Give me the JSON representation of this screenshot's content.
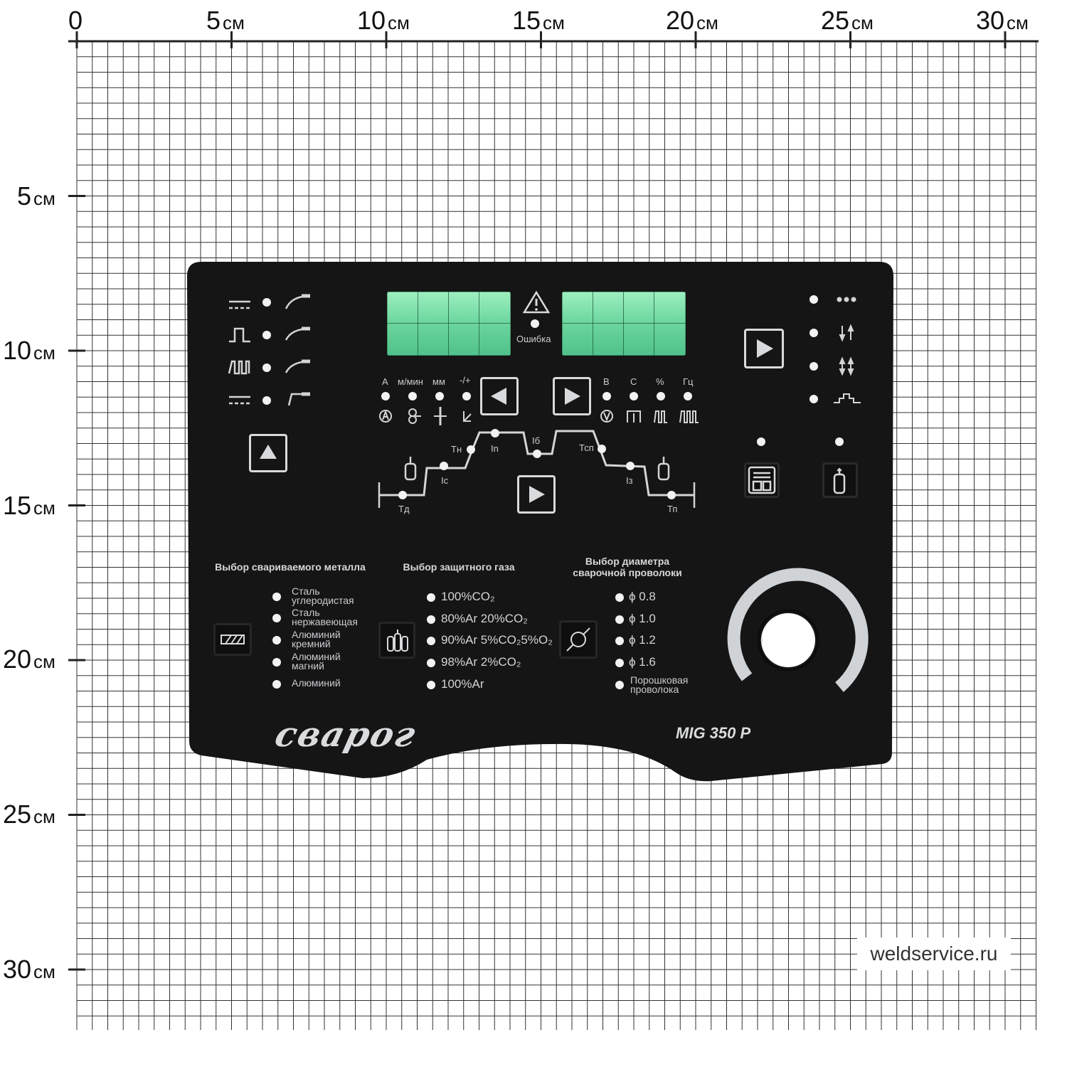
{
  "ruler": {
    "x_labels": [
      {
        "num": "0",
        "unit": ""
      },
      {
        "num": "5",
        "unit": "см"
      },
      {
        "num": "10",
        "unit": "см"
      },
      {
        "num": "15",
        "unit": "см"
      },
      {
        "num": "20",
        "unit": "см"
      },
      {
        "num": "25",
        "unit": "см"
      },
      {
        "num": "30",
        "unit": "см"
      }
    ],
    "y_labels": [
      {
        "num": "5",
        "unit": "см"
      },
      {
        "num": "10",
        "unit": "см"
      },
      {
        "num": "15",
        "unit": "см"
      },
      {
        "num": "20",
        "unit": "см"
      },
      {
        "num": "25",
        "unit": "см"
      },
      {
        "num": "30",
        "unit": "см"
      }
    ]
  },
  "watermark": "weldservice.ru",
  "panel": {
    "brand": "сварог",
    "model": "MIG 350 P",
    "error_label": "Ошибка",
    "left_params": [
      "A",
      "м/мин",
      "мм",
      "-/+"
    ],
    "right_params": [
      "В",
      "С",
      "%",
      "Гц"
    ],
    "cycle_labels": {
      "td": "Тд",
      "ic": "Iс",
      "tn": "Тн",
      "in": "In",
      "ib": "Iб",
      "tsp": "Тсп",
      "iz": "Iз",
      "tp": "Тп"
    },
    "metal": {
      "title": "Выбор свариваемого металла",
      "options": [
        [
          "Сталь",
          "углеродистая"
        ],
        [
          "Сталь",
          "нержавеющая"
        ],
        [
          "Алюминий",
          "кремний"
        ],
        [
          "Алюминий",
          "магний"
        ],
        [
          "Алюминий",
          ""
        ]
      ]
    },
    "gas": {
      "title": "Выбор защитного газа",
      "options": [
        "100%CO₂",
        "80%Ar 20%CO₂",
        "90%Ar 5%CO₂5%O₂",
        "98%Ar 2%CO₂",
        "100%Ar"
      ]
    },
    "wire": {
      "title_line1": "Выбор диаметра",
      "title_line2": "сварочной проволоки",
      "options": [
        "ϕ  0.8",
        "ϕ  1.0",
        "ϕ  1.2",
        "ϕ  1.6"
      ],
      "flux_line1": "Порошковая",
      "flux_line2": "проволока"
    }
  }
}
